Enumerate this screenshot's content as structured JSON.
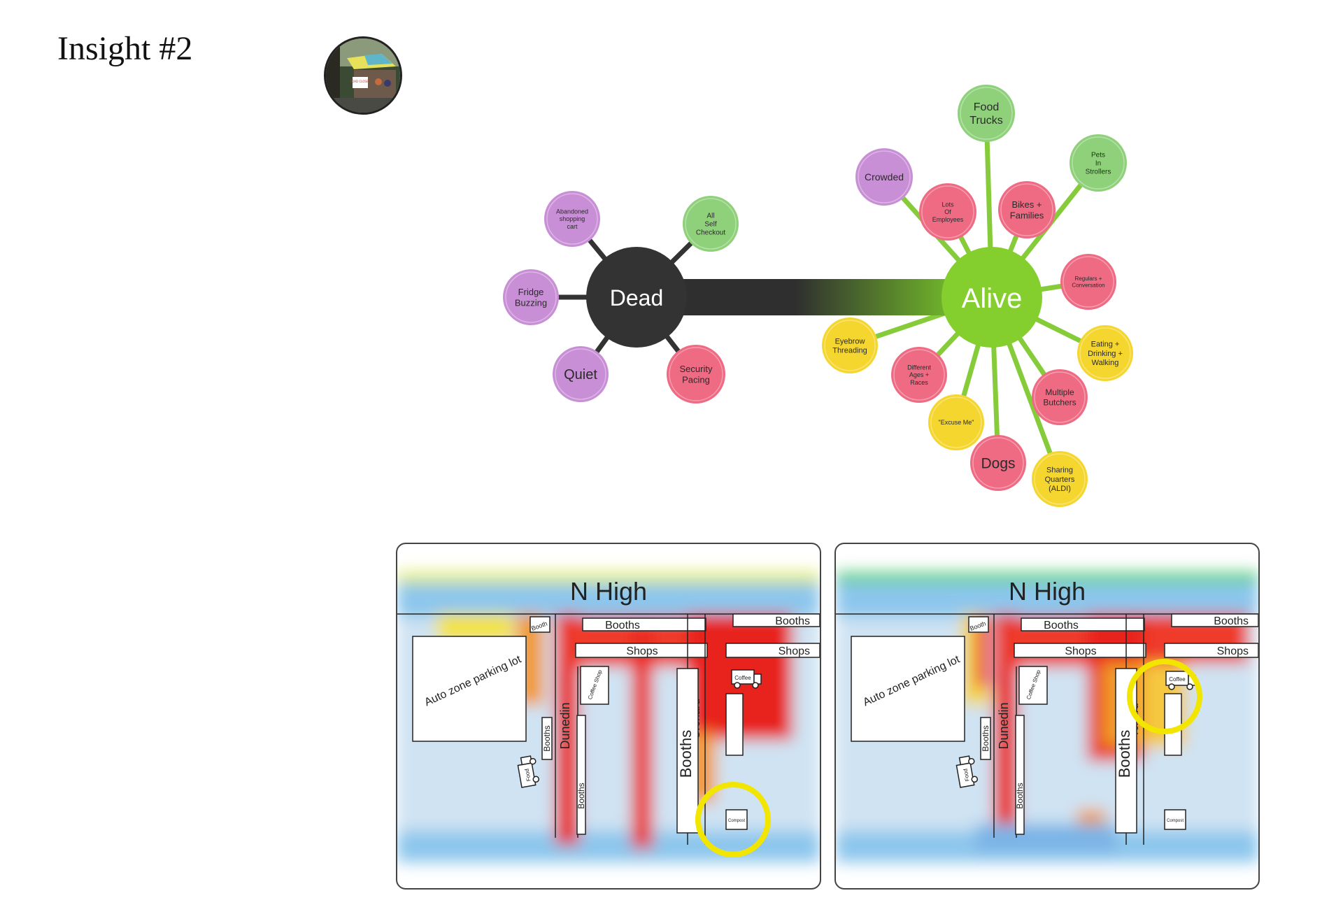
{
  "page": {
    "title": "Insight #2"
  },
  "avatar": {
    "sign_text": "ROAD CLOSED"
  },
  "mindmap": {
    "dead": {
      "label": "Dead",
      "nodes": [
        {
          "id": "abandoned",
          "lines": [
            "Abandoned",
            "shopping",
            "cart"
          ],
          "color": "#c98fd6"
        },
        {
          "id": "self-checkout",
          "lines": [
            "All",
            "Self",
            "Checkout"
          ],
          "color": "#8fd17a"
        },
        {
          "id": "fridge",
          "lines": [
            "Fridge",
            "Buzzing"
          ],
          "color": "#c98fd6"
        },
        {
          "id": "quiet",
          "lines": [
            "Quiet"
          ],
          "color": "#c98fd6"
        },
        {
          "id": "security",
          "lines": [
            "Security",
            "Pacing"
          ],
          "color": "#ef6b84"
        }
      ]
    },
    "alive": {
      "label": "Alive",
      "nodes": [
        {
          "id": "food-trucks",
          "lines": [
            "Food",
            "Trucks"
          ],
          "color": "#8fd17a"
        },
        {
          "id": "crowded",
          "lines": [
            "Crowded"
          ],
          "color": "#c98fd6"
        },
        {
          "id": "pets",
          "lines": [
            "Pets",
            "In",
            "Strollers"
          ],
          "color": "#8fd17a"
        },
        {
          "id": "employees",
          "lines": [
            "Lots",
            "Of",
            "Employees"
          ],
          "color": "#ef6b84"
        },
        {
          "id": "bikes",
          "lines": [
            "Bikes +",
            "Families"
          ],
          "color": "#ef6b84"
        },
        {
          "id": "regulars",
          "lines": [
            "Regulars +",
            "Conversation"
          ],
          "color": "#ef6b84"
        },
        {
          "id": "eyebrow",
          "lines": [
            "Eyebrow",
            "Threading"
          ],
          "color": "#f5d62f"
        },
        {
          "id": "eating",
          "lines": [
            "Eating +",
            "Drinking +",
            "Walking"
          ],
          "color": "#f5d62f"
        },
        {
          "id": "ages",
          "lines": [
            "Different",
            "Ages +",
            "Races"
          ],
          "color": "#ef6b84"
        },
        {
          "id": "butchers",
          "lines": [
            "Multiple",
            "Butchers"
          ],
          "color": "#ef6b84"
        },
        {
          "id": "excuse",
          "lines": [
            "\"Excuse Me\""
          ],
          "color": "#f5d62f"
        },
        {
          "id": "dogs",
          "lines": [
            "Dogs"
          ],
          "color": "#ef6b84"
        },
        {
          "id": "quarters",
          "lines": [
            "Sharing",
            "Quarters",
            "(ALDI)"
          ],
          "color": "#f5d62f"
        }
      ]
    }
  },
  "heatmaps": [
    {
      "street_top": "N High",
      "booths_top_left": "Booths",
      "booths_top_right": "Booths",
      "shops_left": "Shops",
      "shops_right": "Shops",
      "booth_small": "Booth",
      "parking": "Auto zone parking lot",
      "dunedin": "Dunedin",
      "orchard": "Orchard",
      "booths_vert_a": "Booths",
      "booths_vert_b": "Booths",
      "booths_vert_c": "Booths",
      "coffee_shop": "Coffee Shop",
      "compost": "Compost",
      "food_truck": "Food",
      "coffee_truck": "Coffee"
    },
    {
      "street_top": "N High",
      "booths_top_left": "Booths",
      "booths_top_right": "Booths",
      "shops_left": "Shops",
      "shops_right": "Shops",
      "booth_small": "Booth",
      "parking": "Auto zone parking lot",
      "dunedin": "Dunedin",
      "orchard": "rchard",
      "booths_vert_a": "Booths",
      "booths_vert_b": "Booths",
      "booths_vert_c": "Booths",
      "coffee_shop": "Coffee Shop",
      "compost": "Compost",
      "food_truck": "Food",
      "coffee_truck": "Coffee"
    }
  ]
}
